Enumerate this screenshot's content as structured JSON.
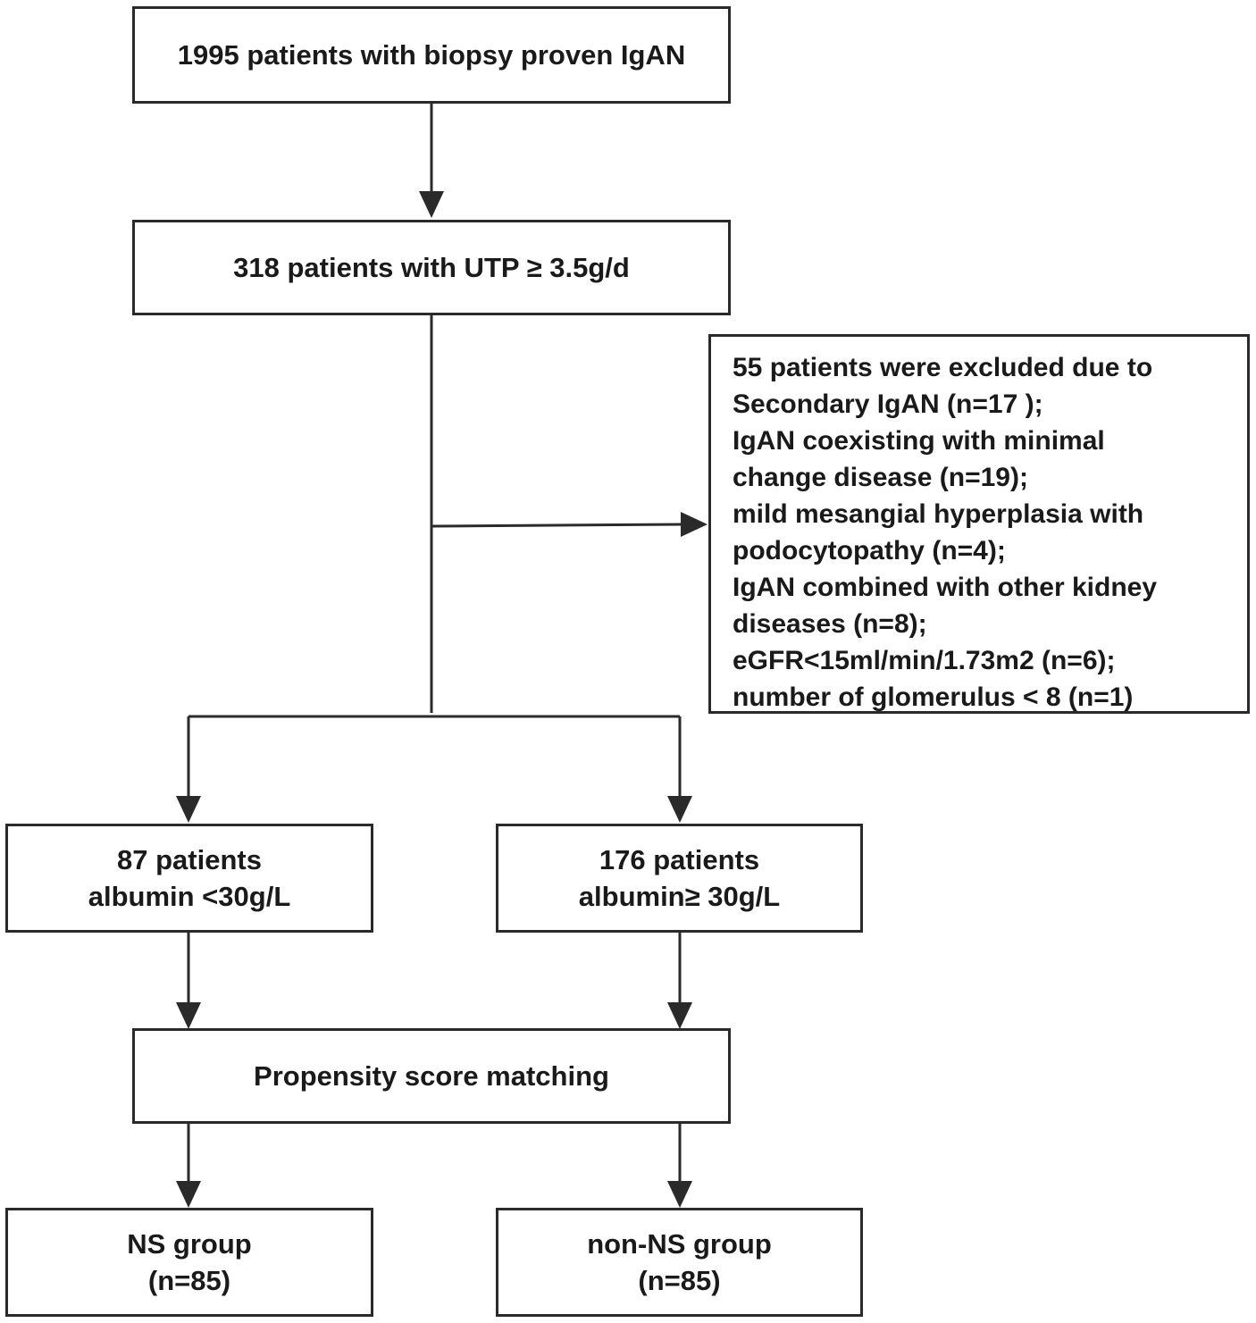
{
  "flowchart": {
    "total": "1995 patients with biopsy proven IgAN",
    "utp": "318 patients with UTP ≥ 3.5g/d",
    "excluded": [
      "55 patients were excluded due to",
      "Secondary IgAN (n=17 );",
      "IgAN coexisting with minimal",
      "change disease (n=19);",
      "mild mesangial hyperplasia with",
      "podocytopathy (n=4);",
      "IgAN combined with other kidney",
      "diseases (n=8);",
      "eGFR<15ml/min/1.73m2 (n=6);",
      "number of glomerulus < 8 (n=1)"
    ],
    "low_albumin": [
      "87 patients",
      "albumin <30g/L"
    ],
    "high_albumin": [
      "176 patients",
      "albumin≥ 30g/L"
    ],
    "psm": "Propensity score matching",
    "ns_group": [
      "NS group",
      "(n=85)"
    ],
    "non_ns_group": [
      "non-NS group",
      "(n=85)"
    ]
  },
  "colors": {
    "stroke": "#2a2a2a",
    "text": "#1a1a1a"
  }
}
